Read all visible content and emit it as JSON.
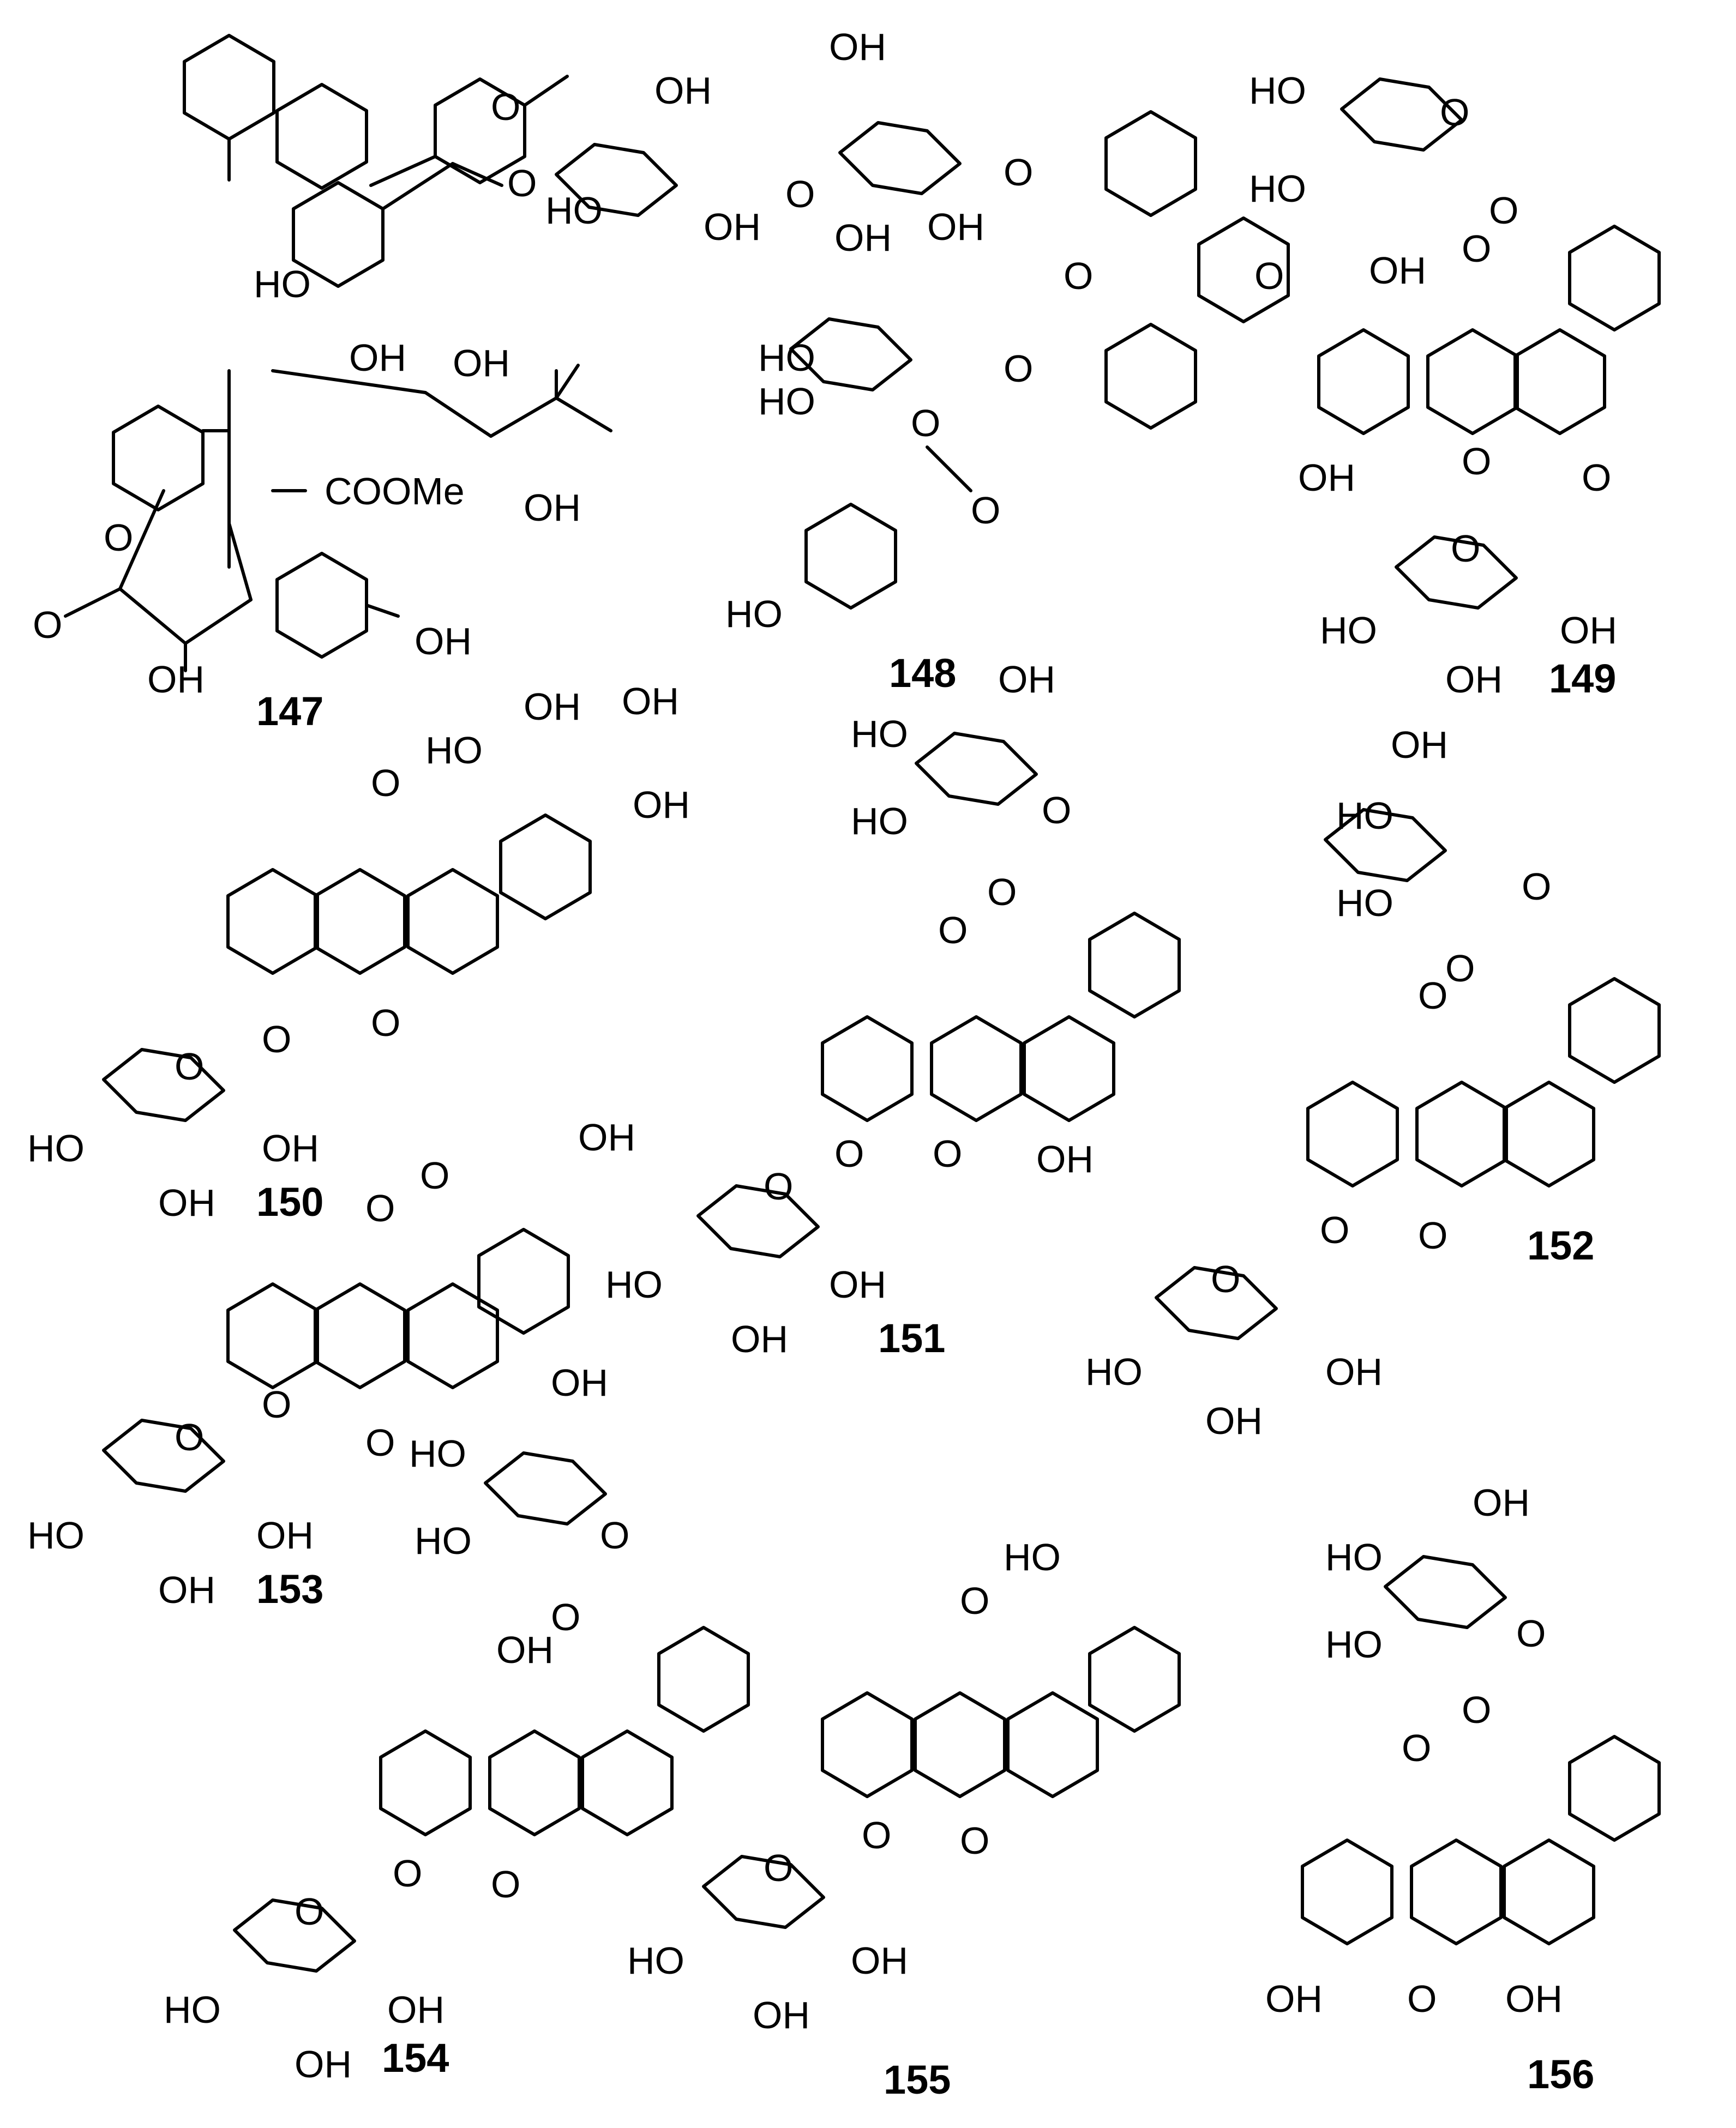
{
  "compound_numbers": [
    "147",
    "148",
    "149",
    "150",
    "151",
    "152",
    "153",
    "154",
    "155",
    "156"
  ],
  "atom_labels": {
    "oh": "OH",
    "ho": "HO",
    "o": "O",
    "coome": "COOMe"
  },
  "colors": {
    "ink": "#000000",
    "background": "#ffffff"
  }
}
